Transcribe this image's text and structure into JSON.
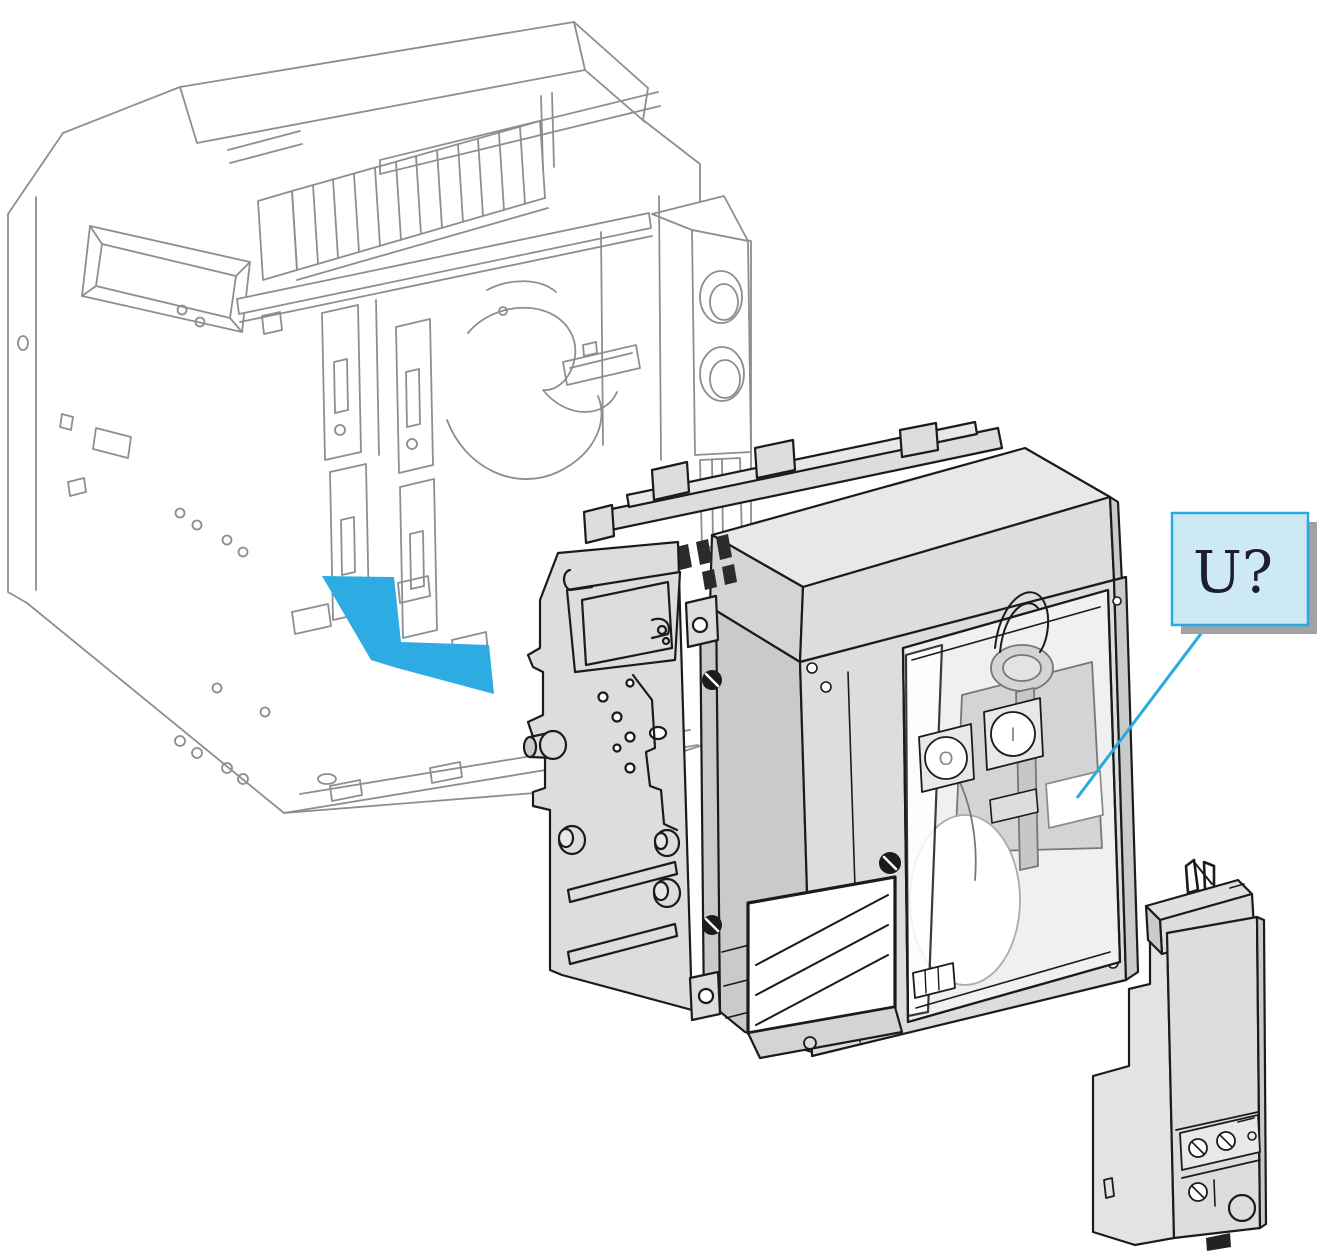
{
  "diagram": {
    "description": "Exploded installation view: drawout circuit breaker with control/trip unit being inserted into its chassis cradle",
    "callout": {
      "label": "U?"
    },
    "breaker": {
      "off_button_label": "O",
      "on_button_label": "I"
    },
    "colors": {
      "outline_dark": "#1B1B1B",
      "outline_light": "#8B8F92",
      "fill_light": "#DCDDDF",
      "fill_lighter": "#E7E8E9",
      "fill_mid": "#C9CACC",
      "arrow": "#2CACE3",
      "callout_fill": "#CDE9F6",
      "callout_border": "#29A9DD",
      "callout_shadow": "#9FA3A7",
      "callout_text": "#1D1D2B",
      "background": "#FFFFFF"
    }
  }
}
